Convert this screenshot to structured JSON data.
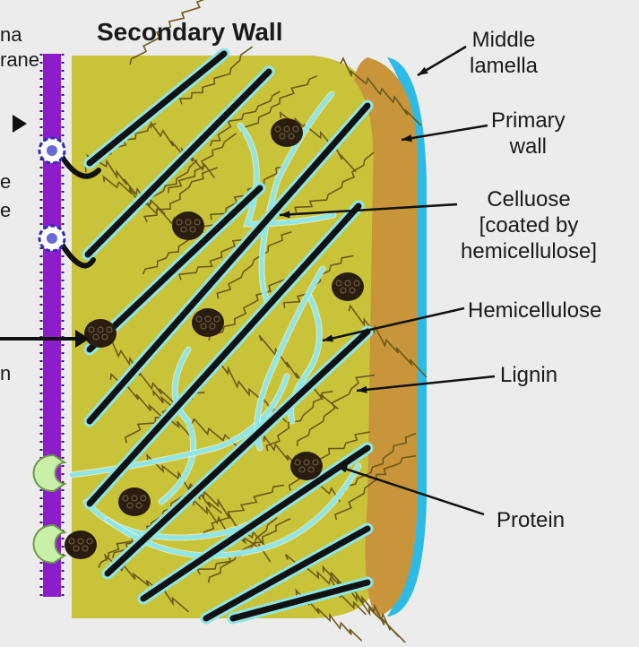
{
  "diagram": {
    "title": "Secondary Wall",
    "left_fragments": [
      "na",
      "rane",
      "e",
      "e",
      "n"
    ],
    "labels": {
      "middle_lamella": [
        "Middle",
        "lamella"
      ],
      "primary_wall": [
        "Primary",
        "wall"
      ],
      "cellulose": [
        "Celluose",
        "[coated by",
        "hemicellulose]"
      ],
      "hemicellulose": [
        "Hemicellulose"
      ],
      "lignin": [
        "Lignin"
      ],
      "protein": [
        "Protein"
      ]
    },
    "colors": {
      "background": "#ececec",
      "secondary_wall": "#c9c33a",
      "primary_wall": "#c8953a",
      "middle_lamella": "#2bbbe6",
      "plasma_membrane": "#8a1fc9",
      "cellulose": "#111111",
      "hemicellulose": "#8fe6e6",
      "lignin": "#6b5a1a",
      "protein": "#2a1d10",
      "transport_protein": "#c9f0a8"
    }
  }
}
